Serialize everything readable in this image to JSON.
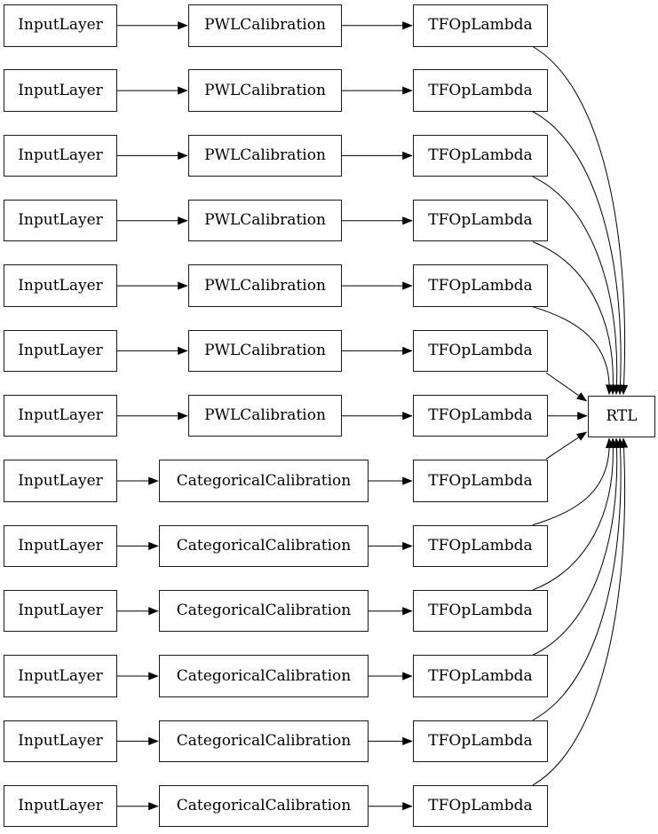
{
  "diagram": {
    "rows": [
      {
        "input": "InputLayer",
        "calibration": "PWLCalibration",
        "op": "TFOpLambda"
      },
      {
        "input": "InputLayer",
        "calibration": "PWLCalibration",
        "op": "TFOpLambda"
      },
      {
        "input": "InputLayer",
        "calibration": "PWLCalibration",
        "op": "TFOpLambda"
      },
      {
        "input": "InputLayer",
        "calibration": "PWLCalibration",
        "op": "TFOpLambda"
      },
      {
        "input": "InputLayer",
        "calibration": "PWLCalibration",
        "op": "TFOpLambda"
      },
      {
        "input": "InputLayer",
        "calibration": "PWLCalibration",
        "op": "TFOpLambda"
      },
      {
        "input": "InputLayer",
        "calibration": "PWLCalibration",
        "op": "TFOpLambda"
      },
      {
        "input": "InputLayer",
        "calibration": "CategoricalCalibration",
        "op": "TFOpLambda"
      },
      {
        "input": "InputLayer",
        "calibration": "CategoricalCalibration",
        "op": "TFOpLambda"
      },
      {
        "input": "InputLayer",
        "calibration": "CategoricalCalibration",
        "op": "TFOpLambda"
      },
      {
        "input": "InputLayer",
        "calibration": "CategoricalCalibration",
        "op": "TFOpLambda"
      },
      {
        "input": "InputLayer",
        "calibration": "CategoricalCalibration",
        "op": "TFOpLambda"
      },
      {
        "input": "InputLayer",
        "calibration": "CategoricalCalibration",
        "op": "TFOpLambda"
      }
    ],
    "output": {
      "label": "RTL"
    },
    "colors": {
      "background": "#ffffff",
      "node_fill": "#ffffff",
      "node_border": "#1a1a1a",
      "edge": "#000000",
      "text": "#000000"
    }
  }
}
